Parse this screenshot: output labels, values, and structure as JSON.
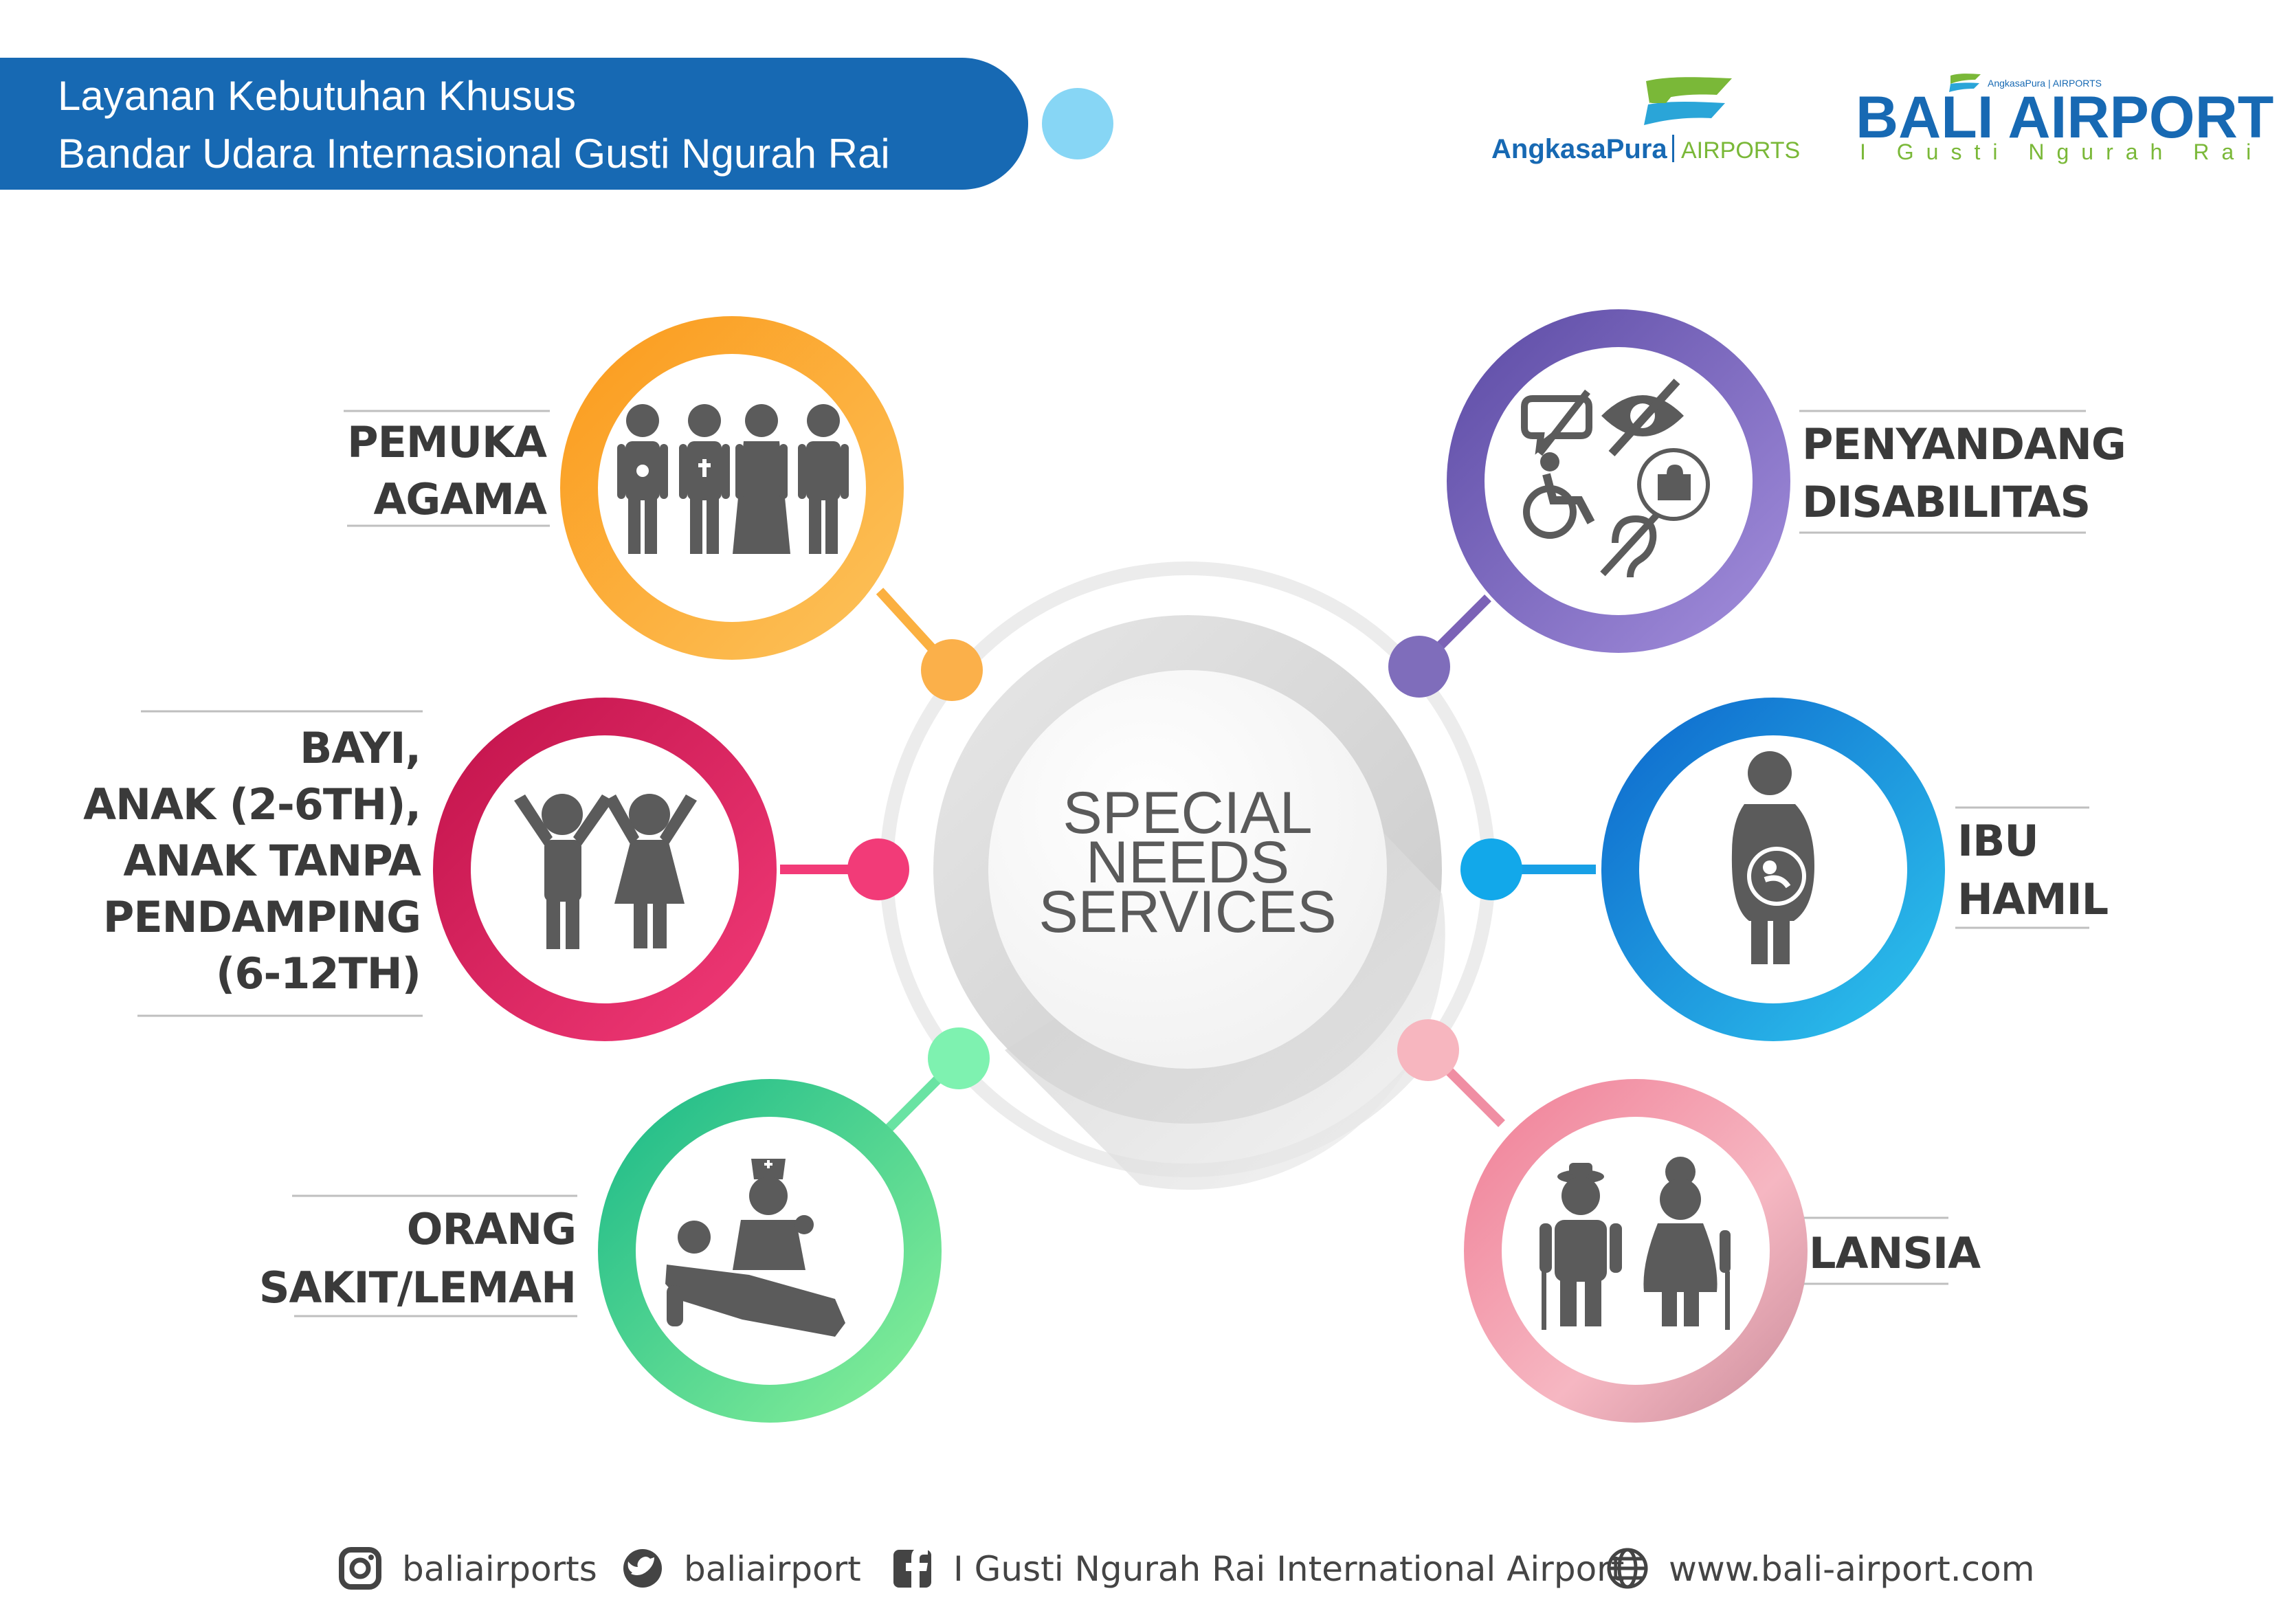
{
  "header": {
    "title_line1": "Layanan Kebutuhan Khusus",
    "title_line2": "Bandar Udara Internasional Gusti Ngurah Rai"
  },
  "logos": {
    "angkasapura_name": "AngkasaPura",
    "angkasapura_suffix": "AIRPORTS",
    "bali_title": "BALI AIRPORT",
    "bali_subtitle": "I Gusti Ngurah Rai",
    "bali_mini": "AngkasaPura | AIRPORTS"
  },
  "center": {
    "line1": "SPECIAL",
    "line2": "NEEDS",
    "line3": "SERVICES"
  },
  "categories": {
    "pemuka": {
      "lines": [
        "PEMUKA",
        "AGAMA"
      ],
      "color": "#f7a42c",
      "icon": "religious-leaders-icon"
    },
    "bayi": {
      "lines": [
        "BAYI,",
        "ANAK (2-6TH),",
        "ANAK TANPA",
        "PENDAMPING",
        "(6-12TH)"
      ],
      "color": "#d6175a",
      "icon": "children-icon"
    },
    "sakit": {
      "lines": [
        "ORANG",
        "SAKIT/LEMAH"
      ],
      "color": "#3fd58a",
      "icon": "patient-nurse-icon"
    },
    "disabilitas": {
      "lines": [
        "PENYANDANG",
        "DISABILITAS"
      ],
      "color": "#7b62b6",
      "icon": "disability-icons"
    },
    "hamil": {
      "lines": [
        "IBU",
        "HAMIL"
      ],
      "color": "#1c8fe6",
      "icon": "pregnant-woman-icon"
    },
    "lansia": {
      "lines": [
        "LANSIA"
      ],
      "color": "#ee8ba0",
      "icon": "elderly-couple-icon"
    }
  },
  "footer": {
    "instagram": "baliairports",
    "twitter": "baliairport",
    "facebook": "I Gusti Ngurah Rai International Airport",
    "website": "www.bali-airport.com"
  },
  "colors": {
    "header_blue": "#1769b3",
    "bubble_blue": "#87d6f5",
    "text_dark": "#3a3a3a",
    "icon_gray": "#5b5b5b"
  }
}
